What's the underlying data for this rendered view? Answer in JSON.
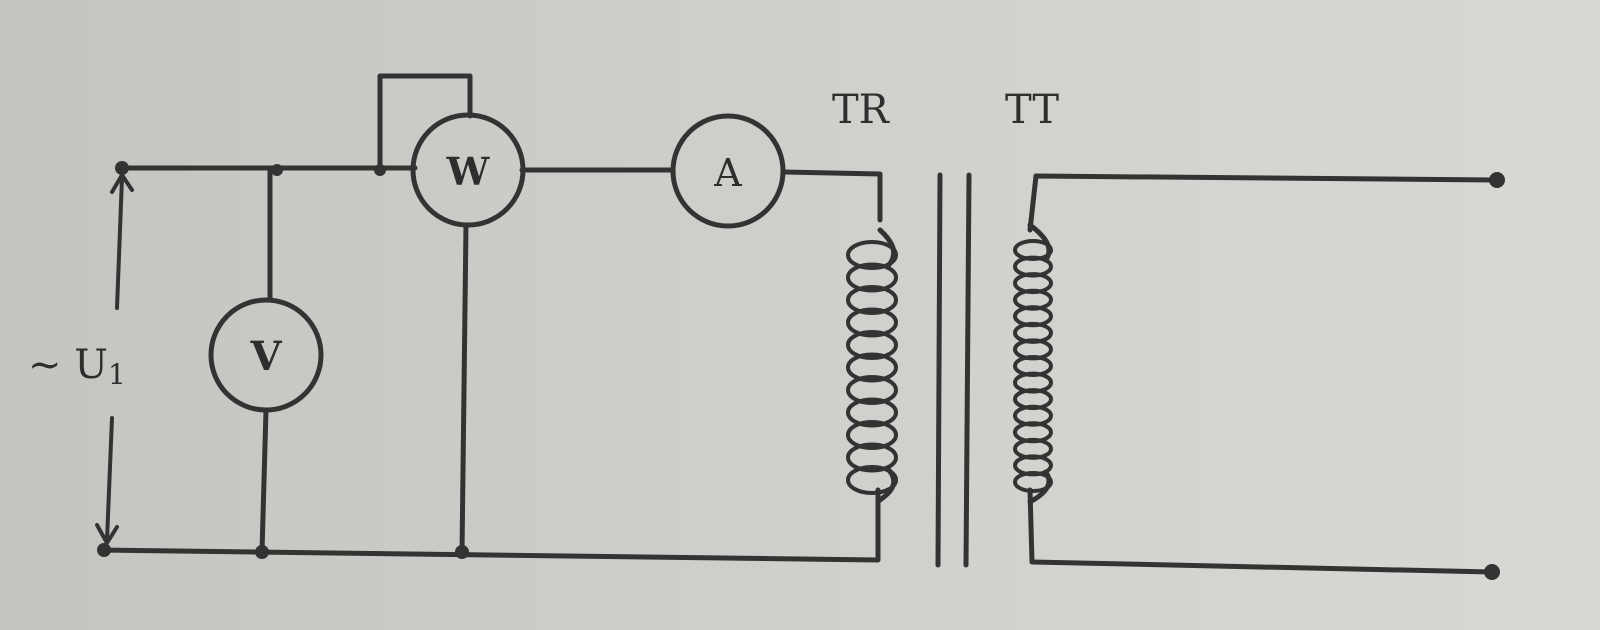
{
  "diagram": {
    "source_label": "~ U",
    "source_subscript": "1",
    "voltmeter_label": "V",
    "wattmeter_label": "W",
    "ammeter_label": "A",
    "transformer_primary_label": "TR",
    "transformer_secondary_label": "TT"
  }
}
